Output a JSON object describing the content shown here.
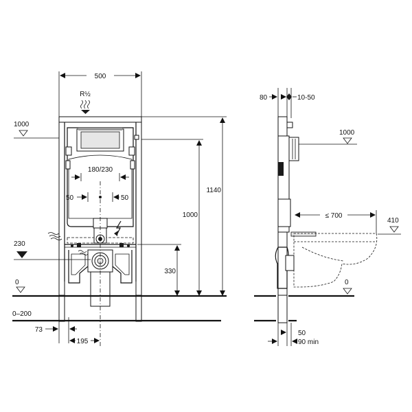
{
  "front_view": {
    "width_label": "500",
    "connection_label": "R½",
    "level_1000_label": "1000",
    "level_230_label": "230",
    "level_0_label": "0",
    "floor_range_label": "0–200",
    "spacing_label": "180/230",
    "offset_left_label": "50",
    "offset_right_label": "50",
    "height_1140_label": "1140",
    "height_1000_label": "1000",
    "height_330_label": "330",
    "bottom_73_label": "73",
    "bottom_195_label": "195"
  },
  "side_view": {
    "depth_80_label": "80",
    "depth_10_50_label": "10-50",
    "level_1000_label": "1000",
    "projection_label": "≤ 700",
    "level_410_label": "410",
    "level_0_label": "0",
    "bottom_50_label": "50",
    "bottom_90_label": "90 min"
  },
  "colors": {
    "line": "#111111",
    "grey": "#9a9a9a"
  }
}
